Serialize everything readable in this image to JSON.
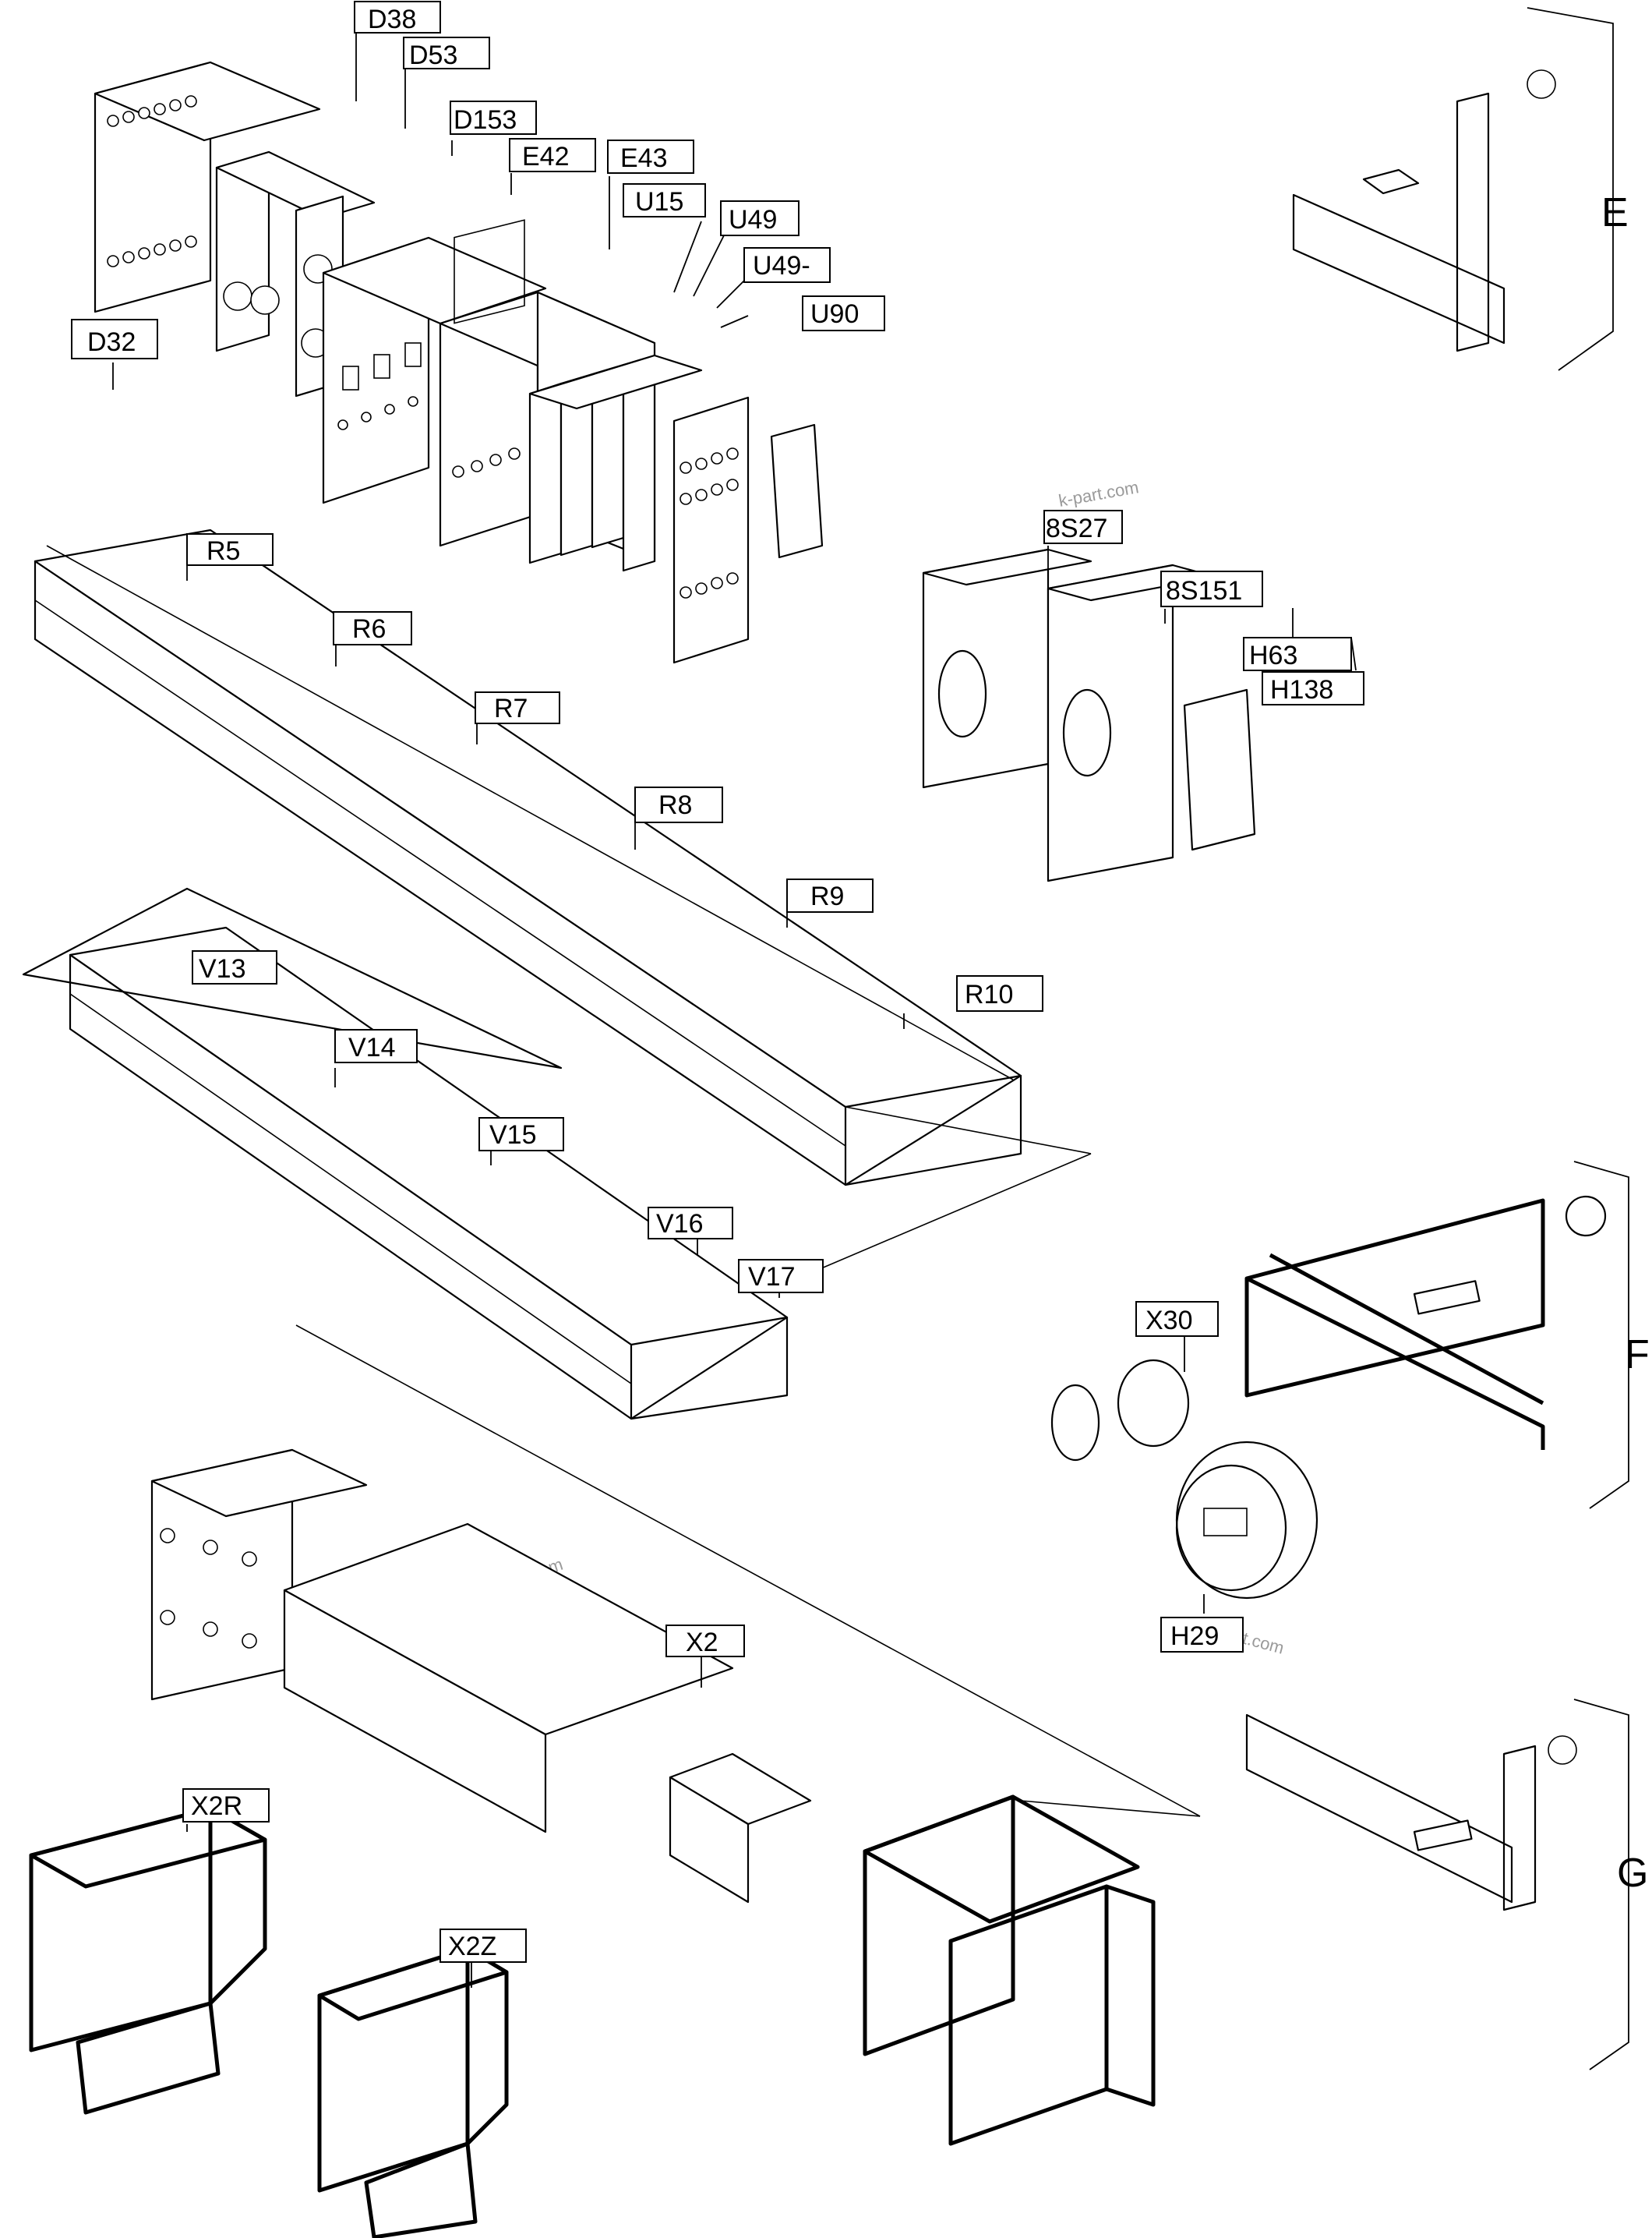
{
  "watermark": "k-part.com",
  "labels": {
    "D38": "D38",
    "D53": "D53",
    "D153": "D153",
    "E42": "E42",
    "E43": "E43",
    "U15": "U15",
    "U49": "U49",
    "U49m": "U49-",
    "U90": "U90",
    "D32": "D32",
    "S8_27": "8S27",
    "S8_151": "8S151",
    "H63": "H63",
    "H138": "H138",
    "R5": "R5",
    "R6": "R6",
    "R7": "R7",
    "R8": "R8",
    "R9": "R9",
    "R10": "R10",
    "V13": "V13",
    "V14": "V14",
    "V15": "V15",
    "V16": "V16",
    "V17": "V17",
    "X30": "X30",
    "H29": "H29",
    "X2": "X2",
    "X2R": "X2R",
    "X2Z": "X2Z"
  },
  "groups": {
    "E": "E",
    "F": "F",
    "G": "G"
  },
  "colors": {
    "ink": "#000000",
    "paper": "#ffffff",
    "watermark": "#9a9a9a"
  }
}
